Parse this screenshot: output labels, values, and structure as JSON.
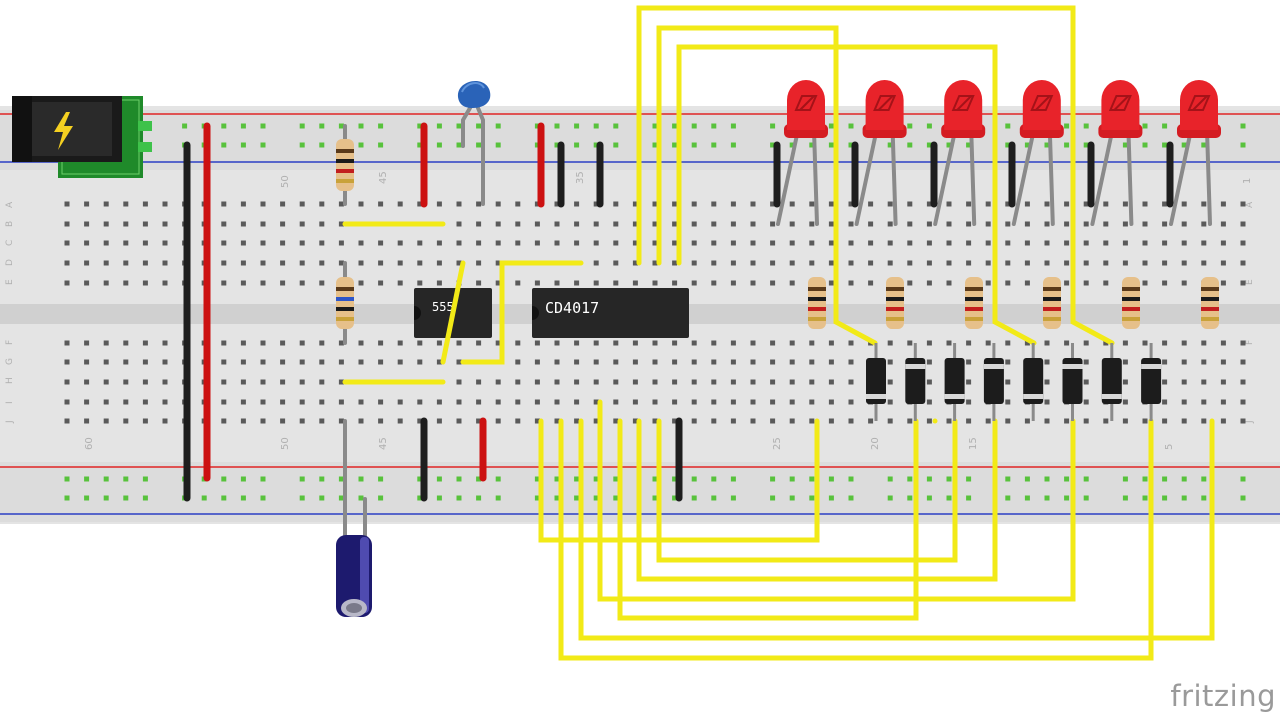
{
  "board": {
    "column_numbers": [
      "1",
      "5",
      "15",
      "20",
      "25",
      "35",
      "45",
      "50",
      "60"
    ],
    "row_letters_top": [
      "A",
      "B",
      "C",
      "D",
      "E"
    ],
    "row_letters_bottom": [
      "F",
      "G",
      "H",
      "I",
      "J"
    ]
  },
  "chips": {
    "timer": {
      "label": "555"
    },
    "counter": {
      "label": "CD4017"
    }
  },
  "components": {
    "led_count": 6,
    "diode_count": 8,
    "led_color": "#e8232a",
    "wire_color": "#f2ea17",
    "power_jack_icon": "lightning-bolt-icon"
  },
  "brand": {
    "text": "fritzing"
  },
  "colors": {
    "board": "#e4e4e4",
    "hole": "#5a5a5a",
    "hole_active": "#58c23c",
    "rail_red": "#e02424",
    "rail_blue": "#2b3fc4",
    "wire_black": "#1e1e1e",
    "wire_red": "#cc1111"
  }
}
